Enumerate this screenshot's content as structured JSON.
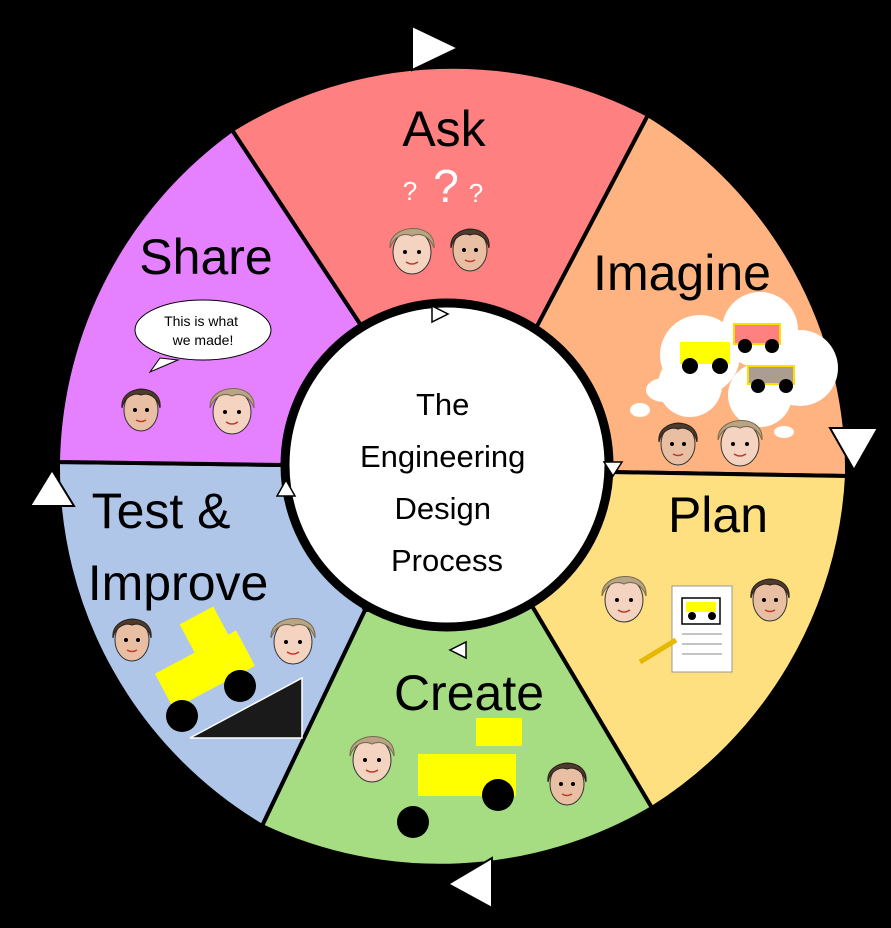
{
  "diagram": {
    "center": {
      "lines": [
        "The",
        "Engineering",
        "Design",
        "Process"
      ]
    },
    "steps": [
      {
        "key": "ask",
        "label": "Ask",
        "color": "#ff8080"
      },
      {
        "key": "imagine",
        "label": "Imagine",
        "color": "#ffb380"
      },
      {
        "key": "plan",
        "label": "Plan",
        "color": "#ffe080"
      },
      {
        "key": "create",
        "label": "Create",
        "color": "#a6dc82"
      },
      {
        "key": "test",
        "label": [
          "Test &",
          "Improve"
        ],
        "color": "#afc6e9"
      },
      {
        "key": "share",
        "label": "Share",
        "color": "#e580ff"
      }
    ],
    "ask_marks": [
      "?",
      "?",
      "?"
    ],
    "share_bubble": [
      "This is what",
      "we made!"
    ],
    "colors": {
      "background": "#000000",
      "skin": "#f4d3c0",
      "hair_light": "#b8a585",
      "hair_dark": "#4d3b2e",
      "toy_yellow": "#ffff00",
      "wheel": "#000000",
      "ramp": "#1a1a1a",
      "arrow": "#ffffff"
    }
  }
}
